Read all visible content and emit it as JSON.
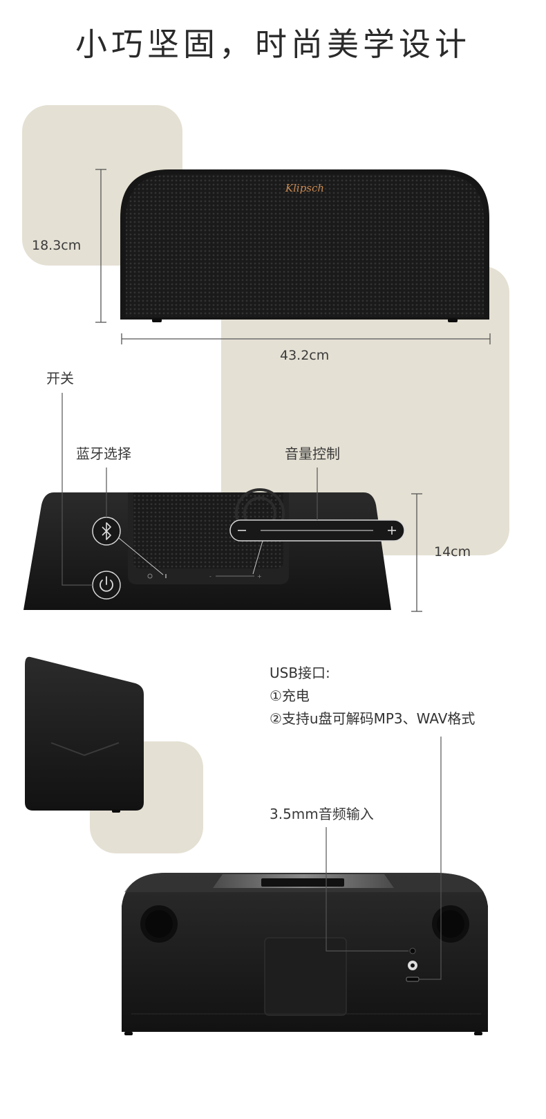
{
  "title": "小巧坚固，时尚美学设计",
  "logo_text": "Klipsch",
  "dimensions": {
    "height": "18.3cm",
    "width": "43.2cm",
    "depth": "14cm"
  },
  "controls": {
    "power": "开关",
    "bluetooth": "蓝牙选择",
    "volume": "音量控制"
  },
  "ports": {
    "usb_title": "USB接口:",
    "usb_item1": "①充电",
    "usb_item2": "②支持u盘可解码MP3、WAV格式",
    "aux": "3.5mm音频输入"
  },
  "colors": {
    "beige": "#e4e0d3",
    "speaker_body": "#1c1c1c",
    "logo": "#c98a52"
  },
  "icons": [
    "bluetooth-icon",
    "power-icon",
    "minus-icon",
    "plus-icon"
  ]
}
